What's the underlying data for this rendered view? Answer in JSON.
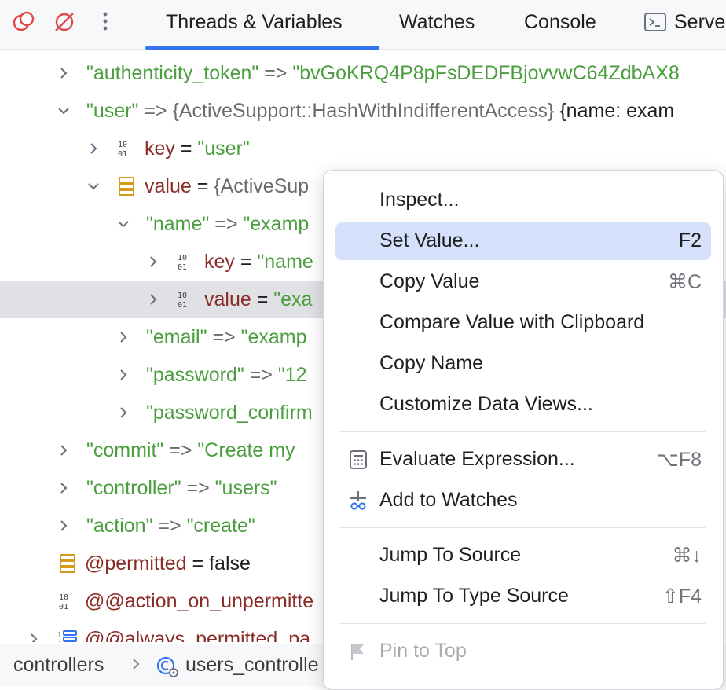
{
  "toolbar": {
    "tabs": [
      {
        "label": "Threads & Variables"
      },
      {
        "label": "Watches"
      },
      {
        "label": "Console"
      },
      {
        "label": "Server"
      }
    ],
    "icons": [
      "breakpoints-icon",
      "mute-breakpoints-icon",
      "more-options-icon",
      "terminal-icon"
    ]
  },
  "tree": {
    "rows": [
      {
        "key": "\"authenticity_token\"",
        "op": " => ",
        "value": "\"bvGoKRQ4P8pFsDEDFBjovvwC64ZdbAX8"
      },
      {
        "key": "\"user\"",
        "op": " => ",
        "type": "{ActiveSupport::HashWithIndifferentAccess}",
        "value": " {name: exam"
      },
      {
        "key": "key",
        "op": " = ",
        "value": "\"user\""
      },
      {
        "key": "value",
        "op": " = ",
        "value": "{ActiveSup"
      },
      {
        "key": "\"name\"",
        "op": " => ",
        "value": "\"examp"
      },
      {
        "key": "key",
        "op": " = ",
        "value": "\"name"
      },
      {
        "key": "value",
        "op": " = ",
        "value": "\"exa"
      },
      {
        "key": "\"email\"",
        "op": " => ",
        "value": "\"examp"
      },
      {
        "key": "\"password\"",
        "op": " => ",
        "value": "\"12"
      },
      {
        "key": "\"password_confirm",
        "op": "",
        "value": ""
      },
      {
        "key": "\"commit\"",
        "op": " => ",
        "value": "\"Create my"
      },
      {
        "key": "\"controller\"",
        "op": " => ",
        "value": "\"users\""
      },
      {
        "key": "\"action\"",
        "op": " => ",
        "value": "\"create\""
      },
      {
        "key": "@permitted",
        "op": " = ",
        "value": "false"
      },
      {
        "key": "@@action_on_unpermitte",
        "op": "",
        "value": ""
      },
      {
        "key": "@@always_permitted_pa",
        "op": "",
        "value": ""
      }
    ]
  },
  "breadcrumb": {
    "items": [
      "controllers",
      "users_controlle"
    ]
  },
  "context_menu": {
    "items": [
      {
        "label": "Inspect...",
        "shortcut": ""
      },
      {
        "label": "Set Value...",
        "shortcut": "F2"
      },
      {
        "label": "Copy Value",
        "shortcut": "⌘C"
      },
      {
        "label": "Compare Value with Clipboard",
        "shortcut": ""
      },
      {
        "label": "Copy Name",
        "shortcut": ""
      },
      {
        "label": "Customize Data Views...",
        "shortcut": ""
      },
      {
        "label": "Evaluate Expression...",
        "shortcut": "⌥F8"
      },
      {
        "label": "Add to Watches",
        "shortcut": ""
      },
      {
        "label": "Jump To Source",
        "shortcut": "⌘↓"
      },
      {
        "label": "Jump To Type Source",
        "shortcut": "⇧F4"
      },
      {
        "label": "Pin to Top",
        "shortcut": ""
      }
    ]
  },
  "colors": {
    "string": "#4a9e3e",
    "key": "#8a2c25",
    "accent": "#3574f0",
    "highlight": "#d5e0fb",
    "selected_row": "#dfe1e5"
  }
}
